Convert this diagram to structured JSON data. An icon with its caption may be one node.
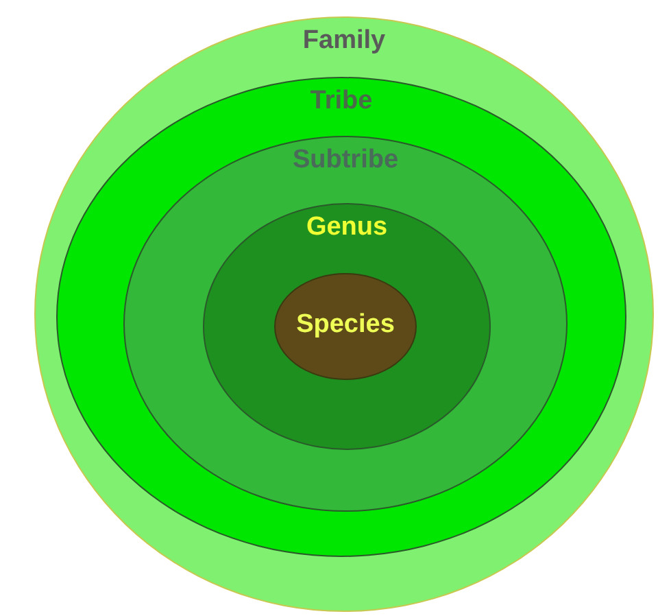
{
  "diagram": {
    "nodes": [
      {
        "text": [
          "Family"
        ]
      },
      {
        "text": [
          "Tribe"
        ],
        "in": 0
      },
      {
        "text": [
          "Subtribe"
        ],
        "in": 1
      },
      {
        "text": [
          "Genus"
        ],
        "in": 2
      },
      {
        "text": [
          "Species"
        ],
        "in": 3
      }
    ]
  }
}
